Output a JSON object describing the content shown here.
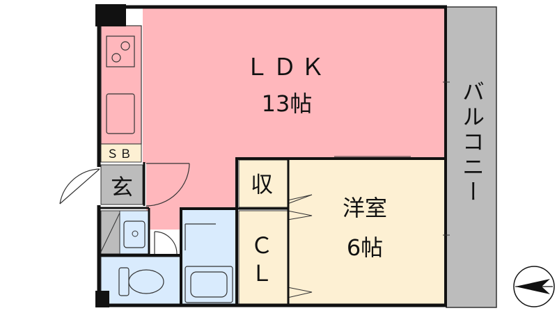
{
  "rooms": {
    "ldk": {
      "name": "ＬＤＫ",
      "size": "13帖"
    },
    "western": {
      "name": "洋室",
      "size": "6帖"
    },
    "storage": {
      "name": "収"
    },
    "closet": {
      "line1": "Ｃ",
      "line2": "Ｌ"
    },
    "entrance": {
      "name": "玄"
    },
    "shoe_box": {
      "name": "ＳＢ"
    },
    "balcony": {
      "name": "バルコニー"
    }
  },
  "colors": {
    "ldk": "#ffb7bc",
    "western": "#fdf0d3",
    "wet_area": "#d9ebfd",
    "balcony": "#bcbcbc",
    "wall": "#111111"
  },
  "icons": [
    "stove-icon",
    "sink-icon",
    "washbasin-icon",
    "toilet-icon",
    "bathtub-icon",
    "compass-icon"
  ]
}
